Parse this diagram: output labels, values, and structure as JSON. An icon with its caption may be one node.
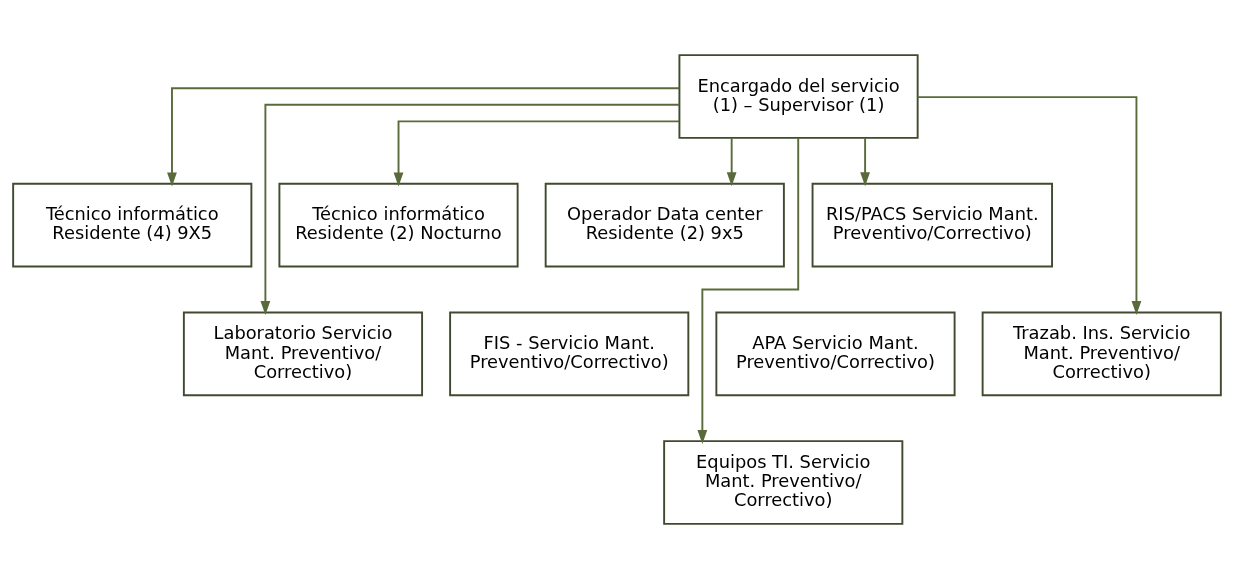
{
  "diagram": {
    "nodes": [
      {
        "text": [
          "Encargado del servicio (1) – Supervisor (1)"
        ]
      },
      {
        "text": [
          "Técnico informático Residente (4) 9X5"
        ]
      },
      {
        "text": [
          "Técnico informático Residente (2) Nocturno"
        ]
      },
      {
        "text": [
          "Operador Data center Residente (2) 9x5"
        ]
      },
      {
        "text": [
          "RIS/PACS Servicio Mant. Preventivo/Correctivo)"
        ]
      },
      {
        "text": [
          "Laboratorio Servicio Mant. Preventivo/ Correctivo)"
        ]
      },
      {
        "text": [
          "FIS - Servicio Mant. Preventivo/Correctivo)"
        ]
      },
      {
        "text": [
          "APA Servicio Mant. Preventivo/Correctivo)"
        ]
      },
      {
        "text": [
          "Trazab. Ins. Servicio Mant. Preventivo/ Correctivo)"
        ]
      },
      {
        "text": [
          "Equipos TI. Servicio Mant. Preventivo/ Correctivo)"
        ]
      }
    ],
    "edges": [
      {
        "from": 0,
        "to": 1,
        "arrow": "to"
      },
      {
        "from": 0,
        "to": 2,
        "arrow": "to"
      },
      {
        "from": 0,
        "to": 3,
        "arrow": "to"
      },
      {
        "from": 0,
        "to": 4,
        "arrow": "to"
      },
      {
        "from": 0,
        "to": 5,
        "arrow": "to"
      },
      {
        "from": 0,
        "to": 8,
        "arrow": "to"
      },
      {
        "from": 0,
        "to": 9,
        "arrow": "to"
      }
    ]
  }
}
